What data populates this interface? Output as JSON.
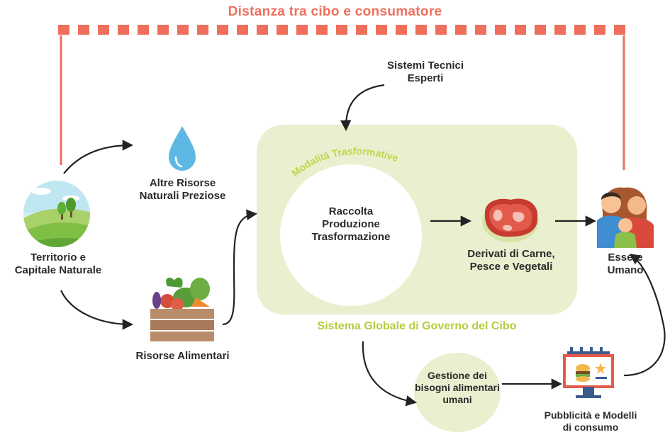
{
  "header": {
    "title": "Distanza tra cibo e consumatore"
  },
  "nodes": {
    "territory": "Territorio e\nCapitale Naturale",
    "natural_resources": "Altre Risorse\nNaturali Preziose",
    "food_resources": "Risorse Alimentari",
    "expert_systems": "Sistemi Tecnici\nEsperti",
    "transform_mode": "Modalità Trasformative",
    "core_process": "Raccolta\nProduzione\nTrasformazione",
    "derivatives": "Derivati di Carne,\nPesce e Vegetali",
    "human": "Essere\nUmano",
    "system_title": "Sistema Globale di Governo del Cibo",
    "needs": "Gestione dei\nbisogni alimentari\numani",
    "advertising": "Pubblicità e Modelli\ndi consumo"
  },
  "icons": [
    "landscape-icon",
    "water-drop-icon",
    "vegetable-crate-icon",
    "meat-steak-icon",
    "family-icon",
    "billboard-icon"
  ],
  "colors": {
    "accent": "#ef6f5c",
    "system_fill": "#e9f0cf",
    "system_text": "#b6cc3e"
  }
}
